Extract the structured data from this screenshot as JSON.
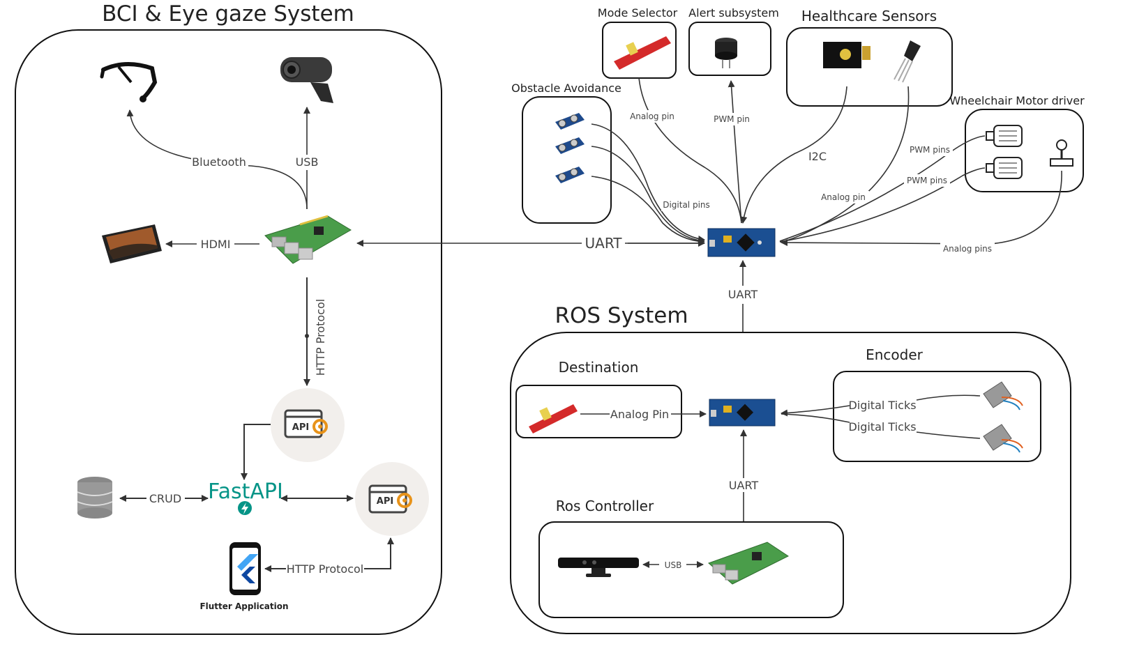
{
  "bci": {
    "title": "BCI & Eye gaze System",
    "bluetooth": "Bluetooth",
    "usb": "USB",
    "hdmi": "HDMI",
    "http_protocol_vertical": "HTTP Protocol",
    "crud": "CRUD",
    "fastapi": "FastAPI",
    "api_badge": "API",
    "http_protocol": "HTTP Protocol",
    "flutter_app": "Flutter Application"
  },
  "center": {
    "uart_left": "UART",
    "uart_down": "UART"
  },
  "peripherals": {
    "obstacle_avoidance": "Obstacle Avoidance",
    "mode_selector": "Mode Selector",
    "alert_subsystem": "Alert subsystem",
    "healthcare_sensors": "Healthcare Sensors",
    "wheelchair_motor_driver": "Wheelchair Motor driver",
    "analog_pin": "Analog pin",
    "pwm_pin": "PWM pin",
    "i2c": "I2C",
    "digital_pins": "Digital pins",
    "analog_pin_2": "Analog pin",
    "pwm_pins_1": "PWM pins",
    "pwm_pins_2": "PWM pins",
    "analog_pins": "Analog pins"
  },
  "ros": {
    "title": "ROS System",
    "destination": "Destination",
    "analog_pin": "Analog Pin",
    "encoder": "Encoder",
    "digital_ticks_1": "Digital Ticks",
    "digital_ticks_2": "Digital Ticks",
    "uart": "UART",
    "ros_controller": "Ros Controller",
    "usb": "USB"
  }
}
